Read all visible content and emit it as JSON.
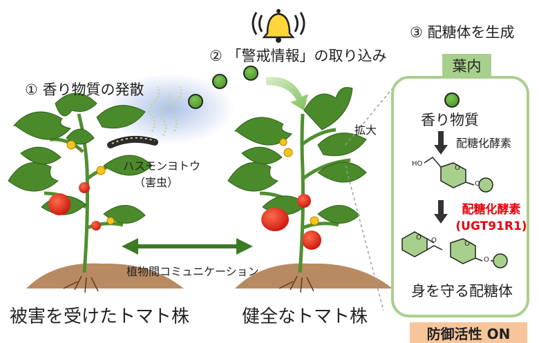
{
  "steps": {
    "step1": "① 香り物質の発散",
    "step2": "② 「警戒情報」の取り込み",
    "step3": "③ 配糖体を生成"
  },
  "labels": {
    "pest_name": "ハスモンヨトウ",
    "pest_note": "（害虫）",
    "communication": "植物間コミュニケーション",
    "damaged_plant": "被害を受けたトマト株",
    "healthy_plant": "健全なトマト株",
    "zoom": "拡大"
  },
  "panel": {
    "tag": "葉内",
    "aroma": "香り物質",
    "enzyme": "配糖化酵素",
    "enzyme_red": "配糖化酵素",
    "enzyme_code": "(UGT91R1)",
    "ho": "HO",
    "o_ring1": "O",
    "o_link1": "O",
    "o_ring2": "O",
    "o_link2": "O",
    "o_ring3": "O",
    "o_link3": "O",
    "result": "身を守る配糖体",
    "defense": "防御活性 ON"
  },
  "colors": {
    "green_ball": "#5fae3a",
    "leaf": "#4f8f2f",
    "tomato": "#e0251b",
    "soil": "#b88a62",
    "panel_border": "#a8d08d",
    "red_text": "#e8000b",
    "bell": "#ffd63b",
    "defense_tag": "#f7c59a"
  },
  "icons": [
    "bell-icon",
    "caterpillar-icon",
    "aroma-molecule-icon"
  ]
}
